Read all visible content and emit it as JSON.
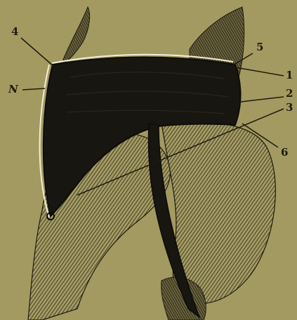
{
  "labels": {
    "four": "4",
    "five": "5",
    "one": "1",
    "two": "2",
    "three": "3",
    "six": "6",
    "n": "N"
  },
  "colors": {
    "paper": "#a39a62",
    "ink": "#1d1a10",
    "belt": "#181611"
  }
}
